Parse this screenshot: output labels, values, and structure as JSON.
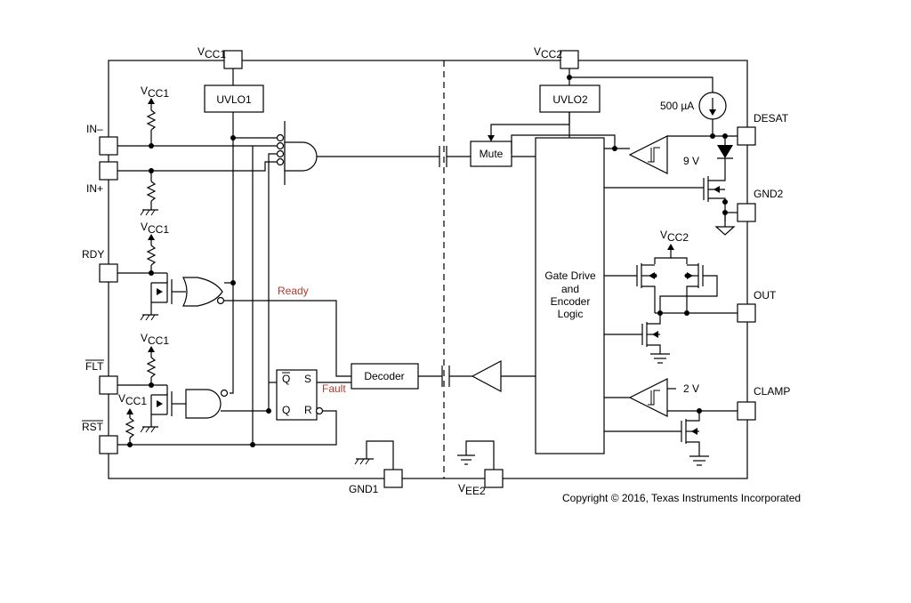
{
  "pins": {
    "vcc1": {
      "main": "V",
      "sub": "CC1"
    },
    "vcc2": {
      "main": "V",
      "sub": "CC2"
    },
    "in_minus": "IN–",
    "in_plus": "IN+",
    "rdy": "RDY",
    "flt": "FLT",
    "rst": "RST",
    "gnd1": "GND1",
    "vee2": {
      "main": "V",
      "sub": "EE2"
    },
    "desat": "DESAT",
    "gnd2": "GND2",
    "out": "OUT",
    "clamp": "CLAMP"
  },
  "blocks": {
    "uvlo1": "UVLO1",
    "uvlo2": "UVLO2",
    "mute": "Mute",
    "decoder": "Decoder",
    "gate_drive": [
      "Gate Drive",
      "and",
      "Encoder",
      "Logic"
    ]
  },
  "flipflop": {
    "qbar": "Q",
    "s": "S",
    "q": "Q",
    "r": "R"
  },
  "signals": {
    "ready": "Ready",
    "fault": "Fault"
  },
  "values": {
    "current_source": "500 µA",
    "desat_threshold": "9 V",
    "clamp_threshold": "2 V"
  },
  "pullups": {
    "vcc1": {
      "main": "V",
      "sub": "CC1"
    },
    "vcc2": {
      "main": "V",
      "sub": "CC2"
    }
  },
  "copyright": "Copyright © 2016, Texas Instruments Incorporated",
  "colors": {
    "signal_label": "#b03a2e",
    "line": "#000000"
  }
}
